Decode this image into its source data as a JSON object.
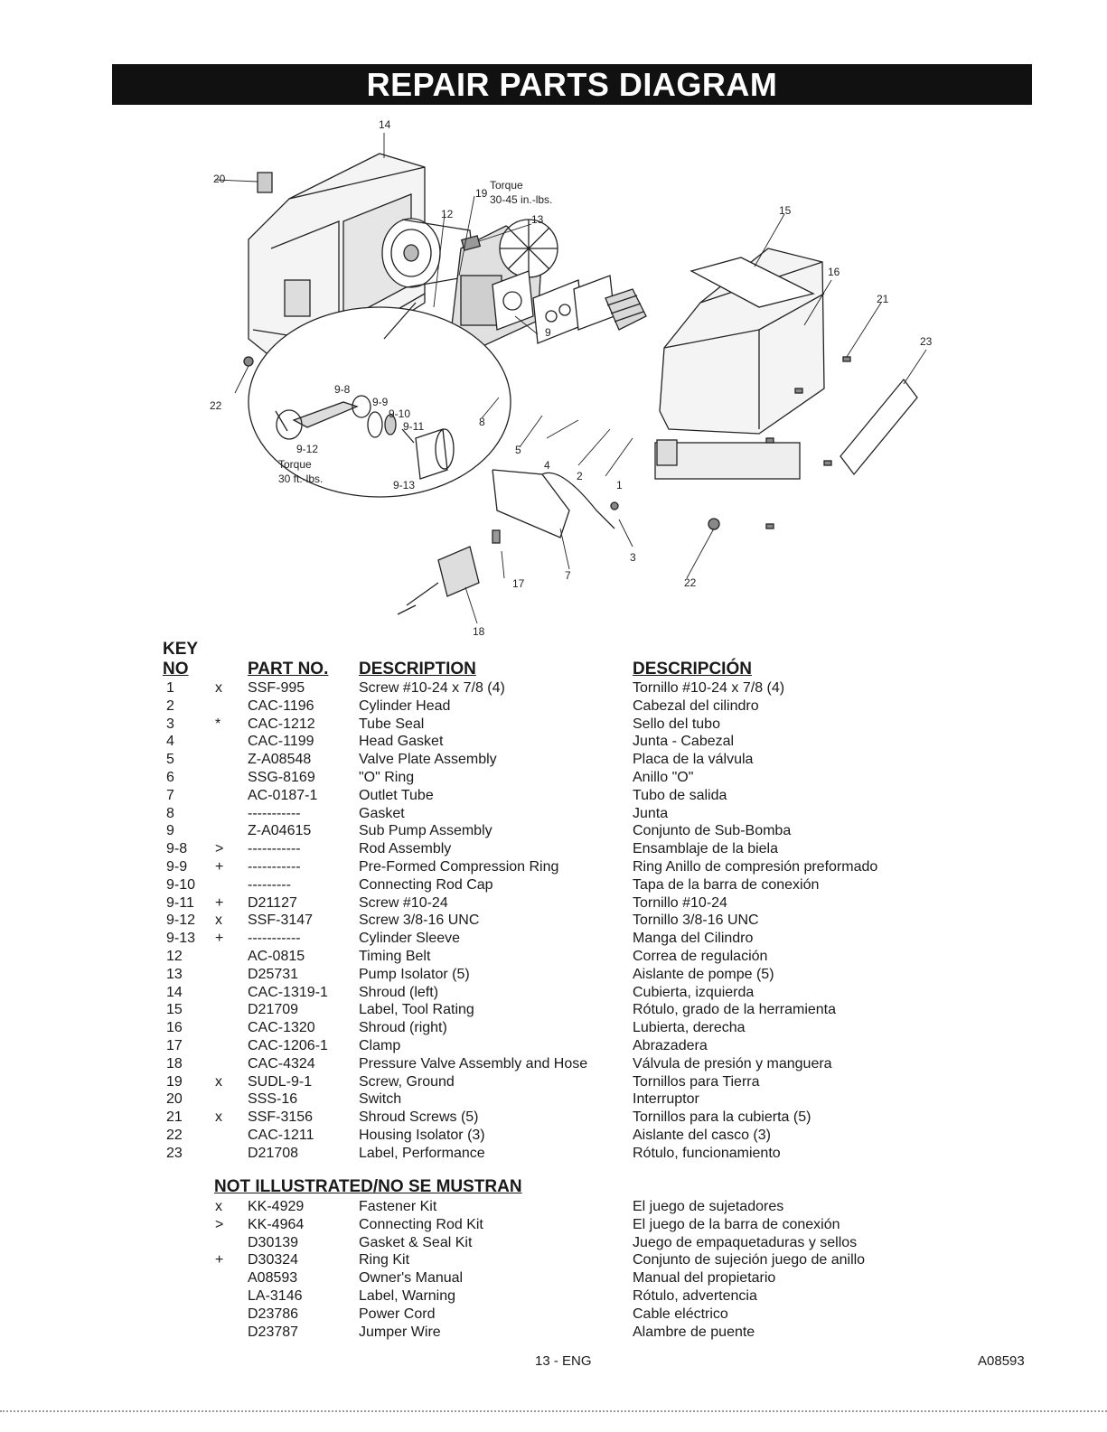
{
  "title": "REPAIR PARTS DIAGRAM",
  "callouts": {
    "c14": "14",
    "c20": "20",
    "c19": "19",
    "c19_torque": "Torque",
    "c19_spec": "30-45 in.-lbs.",
    "c12": "12",
    "c13": "13",
    "c15": "15",
    "c16": "16",
    "c21": "21",
    "c23": "23",
    "c22a": "22",
    "c9": "9",
    "c9_8": "9-8",
    "c9_9": "9-9",
    "c9_10": "9-10",
    "c9_11": "9-11",
    "c9_12": "9-12",
    "c9_12_torque": "Torque",
    "c9_12_spec": "30 ft.-lbs.",
    "c9_13": "9-13",
    "c8": "8",
    "c5": "5",
    "c4": "4",
    "c2": "2",
    "c1": "1",
    "c3": "3",
    "c17": "17",
    "c7": "7",
    "c22b": "22",
    "c18": "18"
  },
  "table": {
    "key_label": "KEY",
    "headers": {
      "no": "NO",
      "part": "PART NO.",
      "desc": "DESCRIPTION",
      "esp": "DESCRIPCIÓN"
    },
    "rows": [
      {
        "no": "1",
        "mark": "x",
        "part": "SSF-995",
        "desc": "Screw #10-24 x 7/8 (4)",
        "esp": "Tornillo #10-24 x 7/8 (4)"
      },
      {
        "no": "2",
        "mark": "",
        "part": "CAC-1196",
        "desc": "Cylinder Head",
        "esp": "Cabezal del cilindro"
      },
      {
        "no": "3",
        "mark": "*",
        "part": "CAC-1212",
        "desc": "Tube Seal",
        "esp": "Sello del tubo"
      },
      {
        "no": "4",
        "mark": "",
        "part": "CAC-1199",
        "desc": "Head Gasket",
        "esp": "Junta - Cabezal"
      },
      {
        "no": "5",
        "mark": "",
        "part": "Z-A08548",
        "desc": "Valve Plate Assembly",
        "esp": "Placa de la válvula"
      },
      {
        "no": "6",
        "mark": "",
        "part": "SSG-8169",
        "desc": "\"O\" Ring",
        "esp": "Anillo \"O\""
      },
      {
        "no": "7",
        "mark": "",
        "part": "AC-0187-1",
        "desc": "Outlet Tube",
        "esp": "Tubo de salida"
      },
      {
        "no": "8",
        "mark": "",
        "part": "-----------",
        "desc": "Gasket",
        "esp": "Junta"
      },
      {
        "no": "9",
        "mark": "",
        "part": "Z-A04615",
        "desc": "Sub Pump Assembly",
        "esp": "Conjunto de Sub-Bomba"
      },
      {
        "no": "9-8",
        "mark": ">",
        "part": "-----------",
        "desc": "Rod Assembly",
        "esp": "Ensamblaje de la biela"
      },
      {
        "no": "9-9",
        "mark": "+",
        "part": "-----------",
        "desc": "Pre-Formed Compression Ring",
        "esp": "Ring Anillo de compresión preformado"
      },
      {
        "no": "9-10",
        "mark": "",
        "part": "---------",
        "desc": "Connecting Rod Cap",
        "esp": "Tapa de la barra de conexión"
      },
      {
        "no": "9-11",
        "mark": "+",
        "part": "D21127",
        "desc": "Screw #10-24",
        "esp": "Tornillo #10-24"
      },
      {
        "no": "9-12",
        "mark": "x",
        "part": "SSF-3147",
        "desc": "Screw 3/8-16 UNC",
        "esp": "Tornillo 3/8-16 UNC"
      },
      {
        "no": "9-13",
        "mark": "+",
        "part": "-----------",
        "desc": "Cylinder Sleeve",
        "esp": "Manga del Cilindro"
      },
      {
        "no": "12",
        "mark": "",
        "part": "AC-0815",
        "desc": "Timing Belt",
        "esp": "Correa de regulación"
      },
      {
        "no": "13",
        "mark": "",
        "part": "D25731",
        "desc": "Pump Isolator (5)",
        "esp": "Aislante de pompe (5)"
      },
      {
        "no": "14",
        "mark": "",
        "part": "CAC-1319-1",
        "desc": "Shroud (left)",
        "esp": "Cubierta, izquierda"
      },
      {
        "no": "15",
        "mark": "",
        "part": "D21709",
        "desc": "Label, Tool Rating",
        "esp": "Rótulo, grado de la herramienta"
      },
      {
        "no": "16",
        "mark": "",
        "part": "CAC-1320",
        "desc": "Shroud (right)",
        "esp": "Lubierta, derecha"
      },
      {
        "no": "17",
        "mark": "",
        "part": "CAC-1206-1",
        "desc": "Clamp",
        "esp": "Abrazadera"
      },
      {
        "no": "18",
        "mark": "",
        "part": "CAC-4324",
        "desc": "Pressure Valve Assembly and Hose",
        "esp": "Válvula de presión y manguera"
      },
      {
        "no": "19",
        "mark": "x",
        "part": "SUDL-9-1",
        "desc": "Screw, Ground",
        "esp": "Tornillos para Tierra"
      },
      {
        "no": "20",
        "mark": "",
        "part": "SSS-16",
        "desc": "Switch",
        "esp": "Interruptor"
      },
      {
        "no": "21",
        "mark": "x",
        "part": "SSF-3156",
        "desc": "Shroud Screws (5)",
        "esp": "Tornillos para la cubierta (5)"
      },
      {
        "no": "22",
        "mark": "",
        "part": "CAC-1211",
        "desc": "Housing Isolator (3)",
        "esp": "Aislante del casco (3)"
      },
      {
        "no": "23",
        "mark": "",
        "part": "D21708",
        "desc": "Label, Performance",
        "esp": "Rótulo, funcionamiento"
      }
    ]
  },
  "not_illustrated": {
    "heading": "NOT ILLUSTRATED/NO SE MUSTRAN",
    "rows": [
      {
        "mark": "x",
        "part": "KK-4929",
        "desc": "Fastener Kit",
        "esp": "El juego de sujetadores"
      },
      {
        "mark": ">",
        "part": "KK-4964",
        "desc": "Connecting Rod Kit",
        "esp": "El juego de la barra de conexión"
      },
      {
        "mark": "",
        "part": "D30139",
        "desc": "Gasket & Seal Kit",
        "esp": "Juego de empaquetaduras y sellos"
      },
      {
        "mark": "+",
        "part": "D30324",
        "desc": "Ring Kit",
        "esp": "Conjunto de sujeción juego de anillo"
      },
      {
        "mark": "",
        "part": "A08593",
        "desc": "Owner's Manual",
        "esp": "Manual del propietario"
      },
      {
        "mark": "",
        "part": "LA-3146",
        "desc": "Label, Warning",
        "esp": "Rótulo, advertencia"
      },
      {
        "mark": "",
        "part": "D23786",
        "desc": "Power Cord",
        "esp": "Cable eléctrico"
      },
      {
        "mark": "",
        "part": "D23787",
        "desc": "Jumper Wire",
        "esp": "Alambre de puente"
      }
    ]
  },
  "footer": {
    "page": "13 - ENG",
    "code": "A08593"
  }
}
